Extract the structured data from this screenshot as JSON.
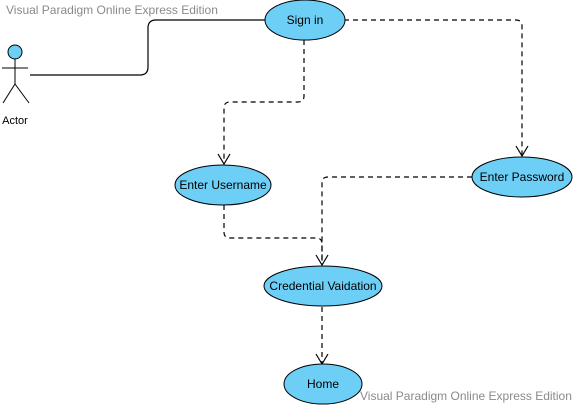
{
  "watermark": {
    "top": "Visual Paradigm Online Express Edition",
    "bottom": "Visual Paradigm Online Express Edition"
  },
  "actor": {
    "label": "Actor"
  },
  "use_cases": {
    "sign_in": "Sign in",
    "enter_username": "Enter Username",
    "enter_password": "Enter Password",
    "credential_validation": "Credential Vaidation",
    "home": "Home"
  },
  "colors": {
    "use_case_fill": "#6ecff6",
    "stroke": "#000000",
    "watermark": "#8a8a8a"
  }
}
